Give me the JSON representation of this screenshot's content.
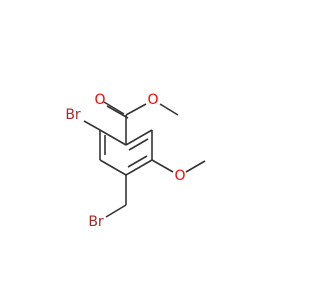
{
  "molecule": {
    "colors": {
      "bond": "#333333",
      "Br": "#a52a2a",
      "O": "#ff0000"
    },
    "atom_labels": {
      "br_ring": "Br",
      "br_ch2": "Br",
      "o_carbonyl": "O",
      "o_ester": "O",
      "o_methoxy": "O"
    }
  }
}
